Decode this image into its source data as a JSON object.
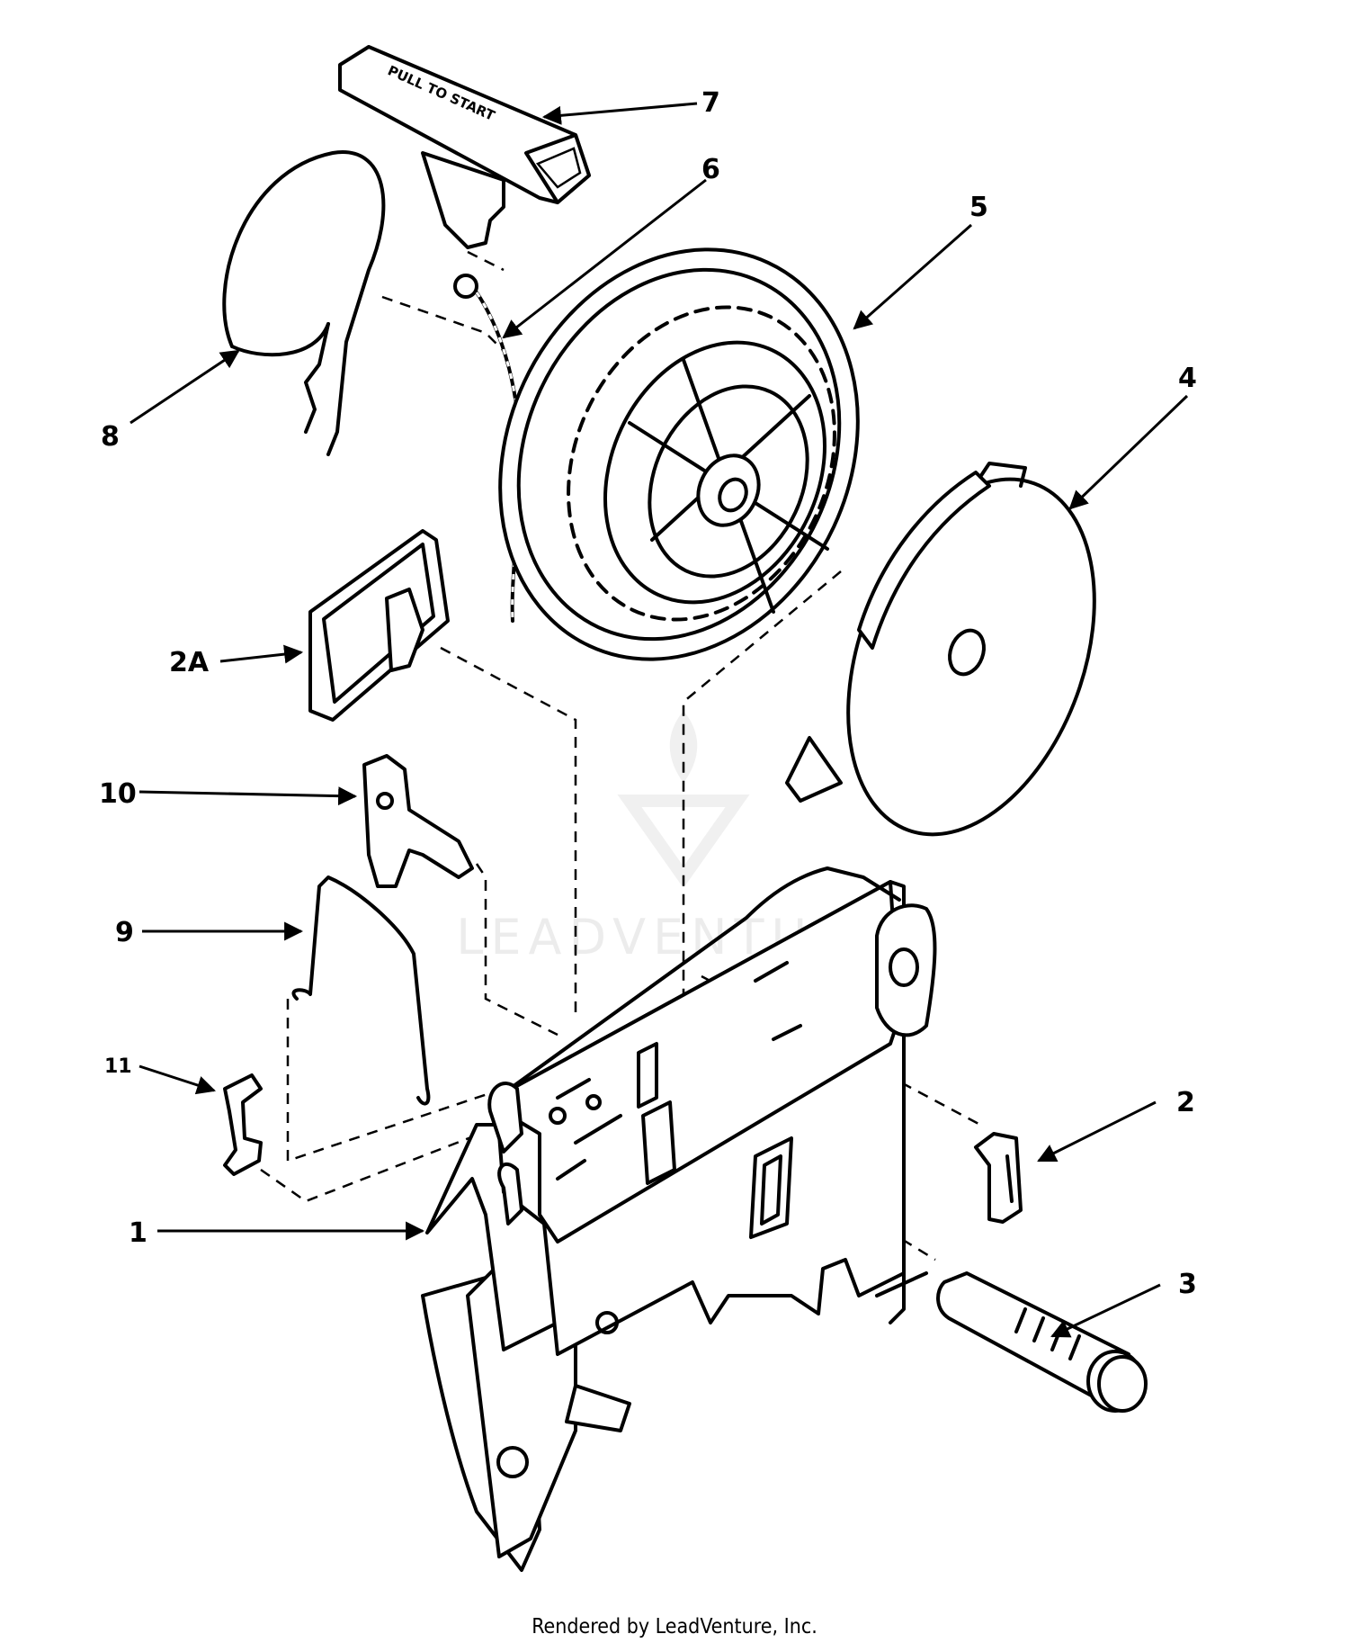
{
  "diagram": {
    "handle_text": "PULL TO START",
    "callouts": [
      {
        "id": "7",
        "label": "7"
      },
      {
        "id": "6",
        "label": "6"
      },
      {
        "id": "5",
        "label": "5"
      },
      {
        "id": "4",
        "label": "4"
      },
      {
        "id": "8",
        "label": "8"
      },
      {
        "id": "2A",
        "label": "2A"
      },
      {
        "id": "10",
        "label": "10"
      },
      {
        "id": "9",
        "label": "9"
      },
      {
        "id": "11",
        "label": "11"
      },
      {
        "id": "2",
        "label": "2"
      },
      {
        "id": "1",
        "label": "1"
      },
      {
        "id": "3",
        "label": "3"
      }
    ],
    "watermark": "LEADVENTURE"
  },
  "footer": {
    "credit": "Rendered by LeadVenture, Inc."
  }
}
